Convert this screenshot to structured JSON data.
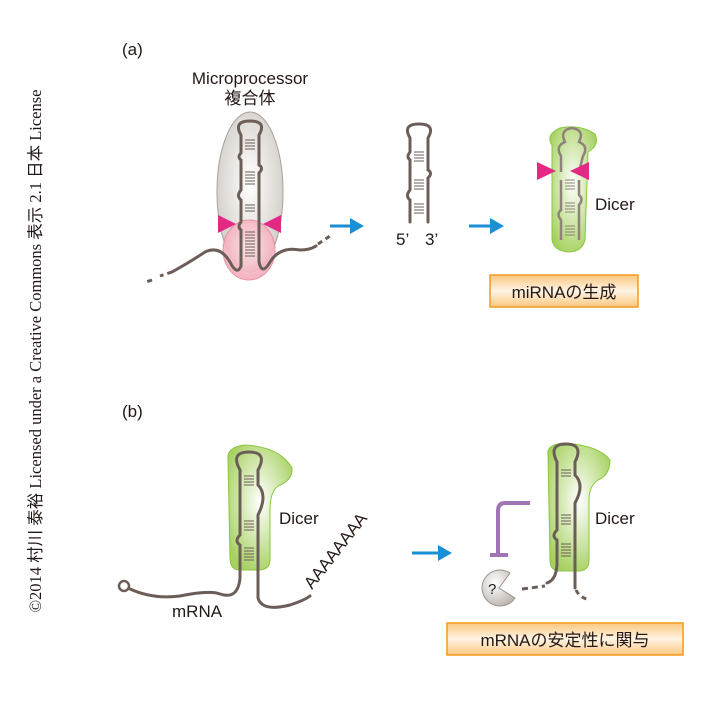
{
  "credit": "©2014 村川 泰裕 Licensed under a Creative Commons 表示 2.1 日本 License",
  "panel_a": {
    "label": "(a)",
    "microprocessor_label_line1": "Microprocessor",
    "microprocessor_label_line2": "複合体",
    "five_prime": "5’",
    "three_prime": "3’",
    "dicer_label": "Dicer",
    "result_box": "miRNAの生成"
  },
  "panel_b": {
    "label": "(b)",
    "dicer_label_left": "Dicer",
    "mrna_label": "mRNA",
    "polya_label": "AAAAAAAA",
    "unknown_factor": "?",
    "dicer_label_right": "Dicer",
    "result_box": "mRNAの安定性に関与"
  },
  "colors": {
    "rna": "#6b5d57",
    "arrow": "#1a8fd6",
    "cleavage": "#e22a84",
    "microprocessor": "#d9d4cf",
    "drosha": "#f4b0bd",
    "dicer": "#a9d468",
    "inhibit": "#a175b5",
    "box_border": "#f39a1f",
    "box_fill": "#fbd49a"
  }
}
